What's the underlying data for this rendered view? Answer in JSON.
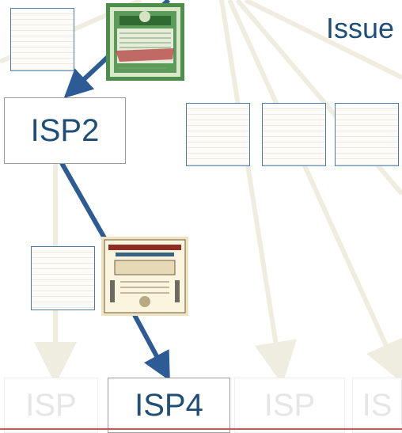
{
  "diagram": {
    "issuer_label": "Issue",
    "nodes": [
      {
        "id": "isp2",
        "label": "ISP2",
        "state": "active"
      },
      {
        "id": "isp4",
        "label": "ISP4",
        "state": "active"
      },
      {
        "id": "isp-faded-left",
        "label": "ISP",
        "state": "faded"
      },
      {
        "id": "isp-faded-middle",
        "label": "ISP",
        "state": "faded"
      },
      {
        "id": "isp-faded-right",
        "label": "IS",
        "state": "faded"
      }
    ],
    "documents": [
      {
        "id": "doc-top-left",
        "kind": "blank-certificate"
      },
      {
        "id": "doc-middle-1",
        "kind": "blank-certificate"
      },
      {
        "id": "doc-middle-2",
        "kind": "blank-certificate"
      },
      {
        "id": "doc-middle-3",
        "kind": "blank-certificate"
      },
      {
        "id": "doc-lower-left",
        "kind": "blank-certificate"
      }
    ],
    "images": [
      {
        "id": "green-bond-certificate",
        "kind": "bond-certificate-image"
      },
      {
        "id": "sepia-share-certificate",
        "kind": "share-certificate-image"
      }
    ],
    "colors": {
      "active_path": "#2d5b96",
      "faded_path": "#efece0",
      "label_text": "#1f4e79",
      "faded_label": "#e6e6e6",
      "node_border": "#9a9a9a",
      "bottom_line": "#d9534f"
    }
  }
}
